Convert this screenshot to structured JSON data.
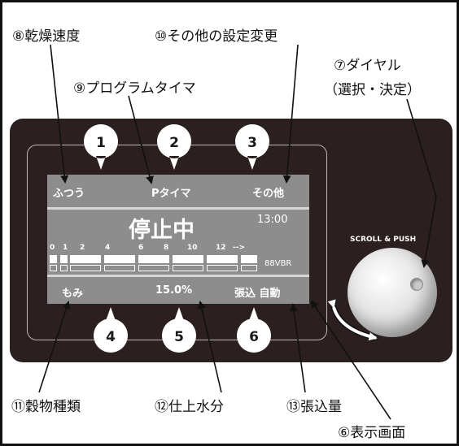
{
  "callouts": {
    "drying_speed": "⑧乾燥速度",
    "other_settings": "⑩その他の設定変更",
    "program_timer": "⑨プログラムタイマ",
    "dial_line1": "⑦ダイヤル",
    "dial_line2": "（選択・決定）",
    "grain_type": "⑪穀物種類",
    "final_moisture": "⑫仕上水分",
    "fill_amount": "⑬張込量",
    "display_screen": "⑥表示画面"
  },
  "buttons": [
    "1",
    "2",
    "3",
    "4",
    "5",
    "6"
  ],
  "display": {
    "top_left": "ふつう",
    "top_center": "Pタイマ",
    "top_right": "その他",
    "status": "停止中",
    "clock": "13:00",
    "scale_labels": [
      "0",
      "1",
      "2",
      "4",
      "6",
      "8",
      "10",
      "12",
      "-->"
    ],
    "model": "88VBR",
    "bottom_left": "もみ",
    "bottom_center": "15.0%",
    "bottom_right": "張込 自動"
  },
  "dial": {
    "label": "SCROLL & PUSH"
  },
  "colors": {
    "panel": "#2b1f1f",
    "lcd": "#8d8d8d",
    "lcd_band": "#d6d6d6",
    "button_drop": "#ffffff"
  }
}
